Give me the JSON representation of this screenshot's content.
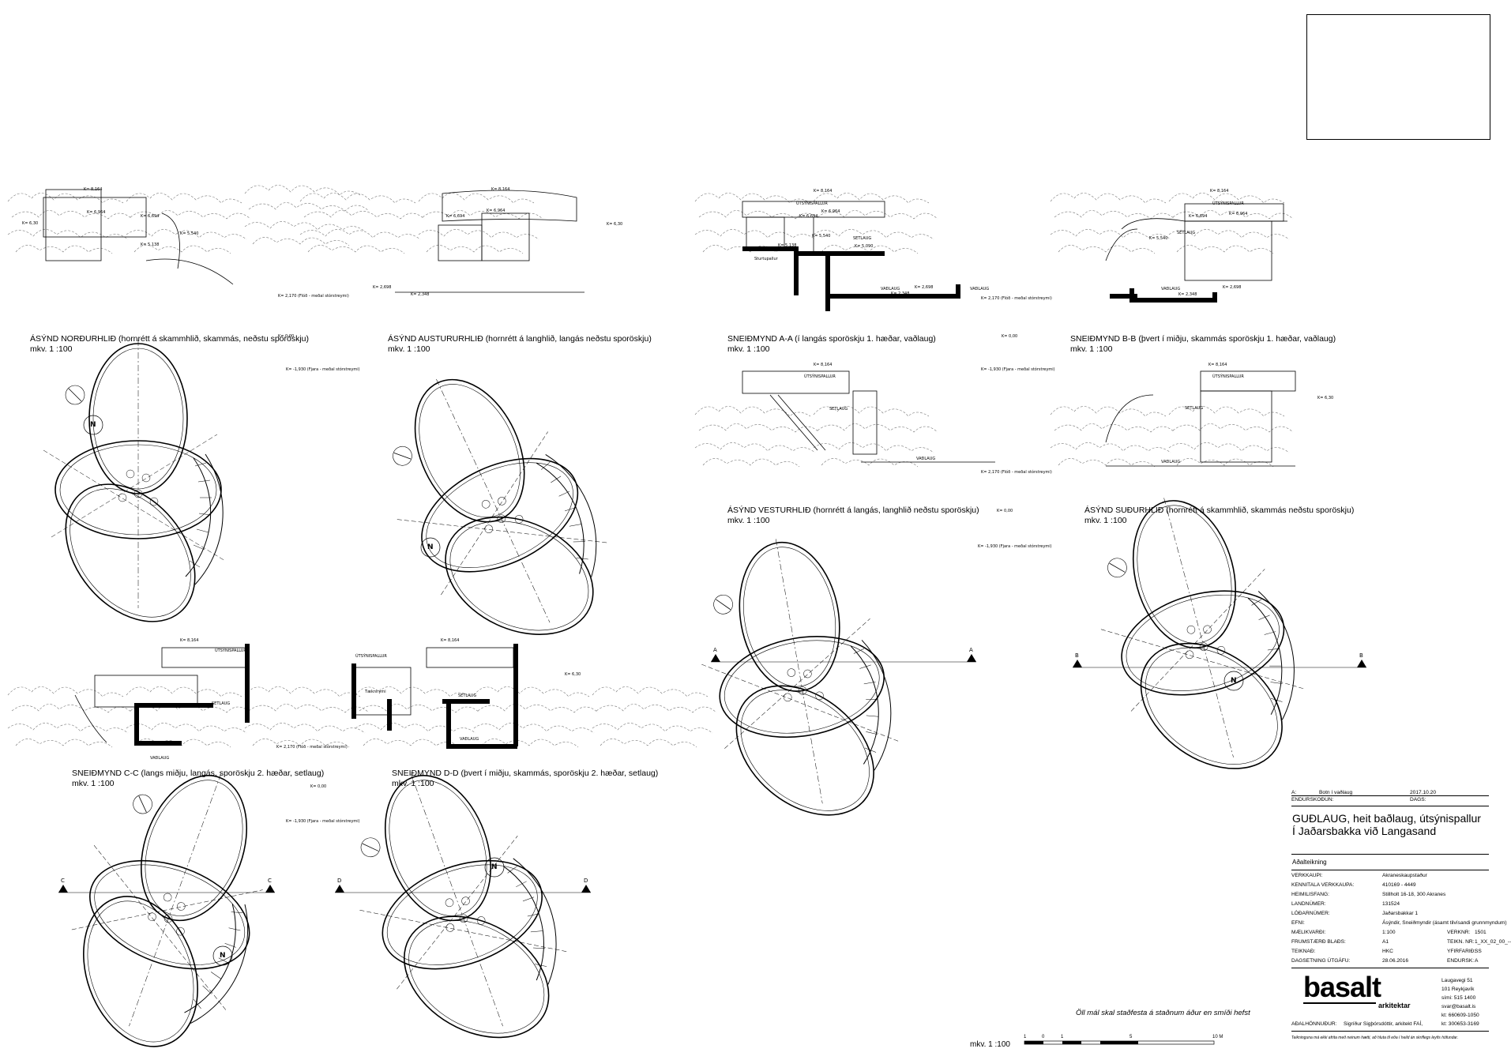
{
  "views": {
    "v1": {
      "title": "ÁSÝND NORÐURHLIÐ (hornrétt á skammhlið, skammás, neðstu sporöskju)",
      "scale": "mkv. 1 :100"
    },
    "v2": {
      "title": "ÁSÝND AUSTURURHLIÐ (hornrétt á langhlið, langás neðstu sporöskju)",
      "scale": "mkv. 1 :100"
    },
    "v3": {
      "title": "SNEIÐMYND A-A (í langás sporöskju 1. hæðar, vaðlaug)",
      "scale": "mkv. 1 :100"
    },
    "v4": {
      "title": "SNEIÐMYND B-B (þvert í miðju, skammás sporöskju 1. hæðar, vaðlaug)",
      "scale": "mkv. 1 :100"
    },
    "v5": {
      "title": "ÁSÝND VESTURHLIÐ (hornrétt á langás, langhlið neðstu sporöskju)",
      "scale": "mkv. 1 :100"
    },
    "v6": {
      "title": "ÁSÝND SUÐURHLIÐ (hornrétt á skammhlið, skammás neðstu sporöskju)",
      "scale": "mkv. 1 :100"
    },
    "v7": {
      "title": "SNEIÐMYND C-C (langs miðju, langás,  sporöskju 2. hæðar, setlaug)",
      "scale": "mkv. 1 :100"
    },
    "v8": {
      "title": "SNEIÐMYND D-D (þvert í miðju, skammás, sporöskju 2. hæðar, setlaug)",
      "scale": "mkv. 1 :100"
    }
  },
  "labels": {
    "k8164": "K= 8,164",
    "k6964": "K= 6,964",
    "k6694": "K= 6,694",
    "k5540": "K= 5,540",
    "k5138": "K= 5,138",
    "k5090": "K= 5,090",
    "k4640": "K= 4,640",
    "k2698": "K= 2,698",
    "k2348": "K= 2,348",
    "k630": "K= 6,30",
    "k000": "K= 0,00",
    "kflod": "K= 2,170 (Flóð - meðal stórstreymi)",
    "kfjara": "K= -1,930 (Fjara - meðal stórstreymi)",
    "utsyn": "ÚTSÝNISPALLUR",
    "setlaug": "SETLAUG",
    "vadlaug": "VAÐLAUG",
    "sturtupallur": "Sturtupallur",
    "taekni": "Tæknirými",
    "sectionA": "A",
    "sectionB": "B",
    "sectionC": "C",
    "sectionD": "D",
    "north": "N"
  },
  "note": "Öll mál skal staðfesta á staðnum áður en smíði hefst",
  "scalebar": {
    "label": "mkv. 1 :100",
    "ticks": [
      "1",
      "0",
      "1",
      "5",
      "10 M"
    ]
  },
  "titleblock": {
    "revision": {
      "code": "A:",
      "text": "Botn í vaðlaug",
      "date": "2017.10.20"
    },
    "endurskodun": "ENDURSKOÐUN:",
    "dags": "DAGS:",
    "project_line1": "GUÐLAUG, heit baðlaug, útsýnispallur",
    "project_line2": "Í Jaðarsbakka við Langasand",
    "drawing_type": "Aðalteikning",
    "rows": [
      {
        "k": "VERKKAUPI:",
        "v": "Akraneskaupstaður"
      },
      {
        "k": "KENNITALA VERKKAUPA:",
        "v": "410169 - 4449"
      },
      {
        "k": "HEIMILISFANG:",
        "v": "Stillholt 16-18, 300 Akranes"
      },
      {
        "k": "LANDNÚMER:",
        "v": "131524"
      },
      {
        "k": "LÓÐARNÚMER:",
        "v": "Jaðarsbakkar 1"
      },
      {
        "k": "EFNI:",
        "v": "Ásýndir, Sneiðmyndir (ásamt tilvísandi grunnmyndum)"
      },
      {
        "k": "MÆLIKVARÐI:",
        "v": "1:100",
        "k2": "VERKNR:",
        "v2": "1501"
      },
      {
        "k": "FRUMSTÆRÐ BLAÐS:",
        "v": "A1",
        "k2": "TEIKN. NR:",
        "v2": "1_XX_02_00_--"
      },
      {
        "k": "TEIKNAÐ:",
        "v": "HKC",
        "k2": "YFIRFARIÐ:",
        "v2": "SS"
      },
      {
        "k": "DAGSETNING ÚTGÁFU:",
        "v": "28.06.2016",
        "k2": "ENDURSK:",
        "v2": "A"
      }
    ],
    "logo": "basalt",
    "logo_sub": "arkitektar",
    "address": [
      "Laugavegi 51",
      "101  Reykjavík",
      "sími: 515 1400",
      "svar@basalt.is",
      "kt:  660609-1050",
      "kt:  300653-3169"
    ],
    "lead_designer_label": "AÐALHÖNNUÐUR:",
    "lead_designer": "Sigríður Sigþórsdóttir, arkitekt FAÍ,",
    "copyright": "Teikninguna má ekki afrita með neinum hætti, að hluta til eða í heild án skriflegs leyfis höfundar."
  }
}
